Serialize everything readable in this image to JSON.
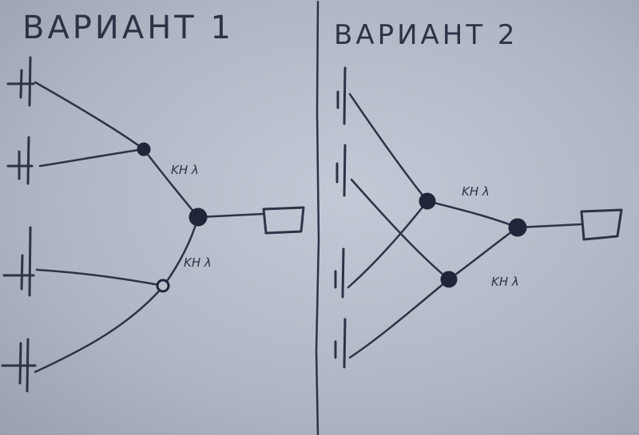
{
  "variants": [
    {
      "title": "ВАРИАНТ 1",
      "links": [
        "ΚΗ λ",
        "ΚΗ λ"
      ]
    },
    {
      "title": "ВАРИАНТ 2",
      "links": [
        "ΚΗ λ",
        "ΚΗ λ"
      ]
    }
  ]
}
